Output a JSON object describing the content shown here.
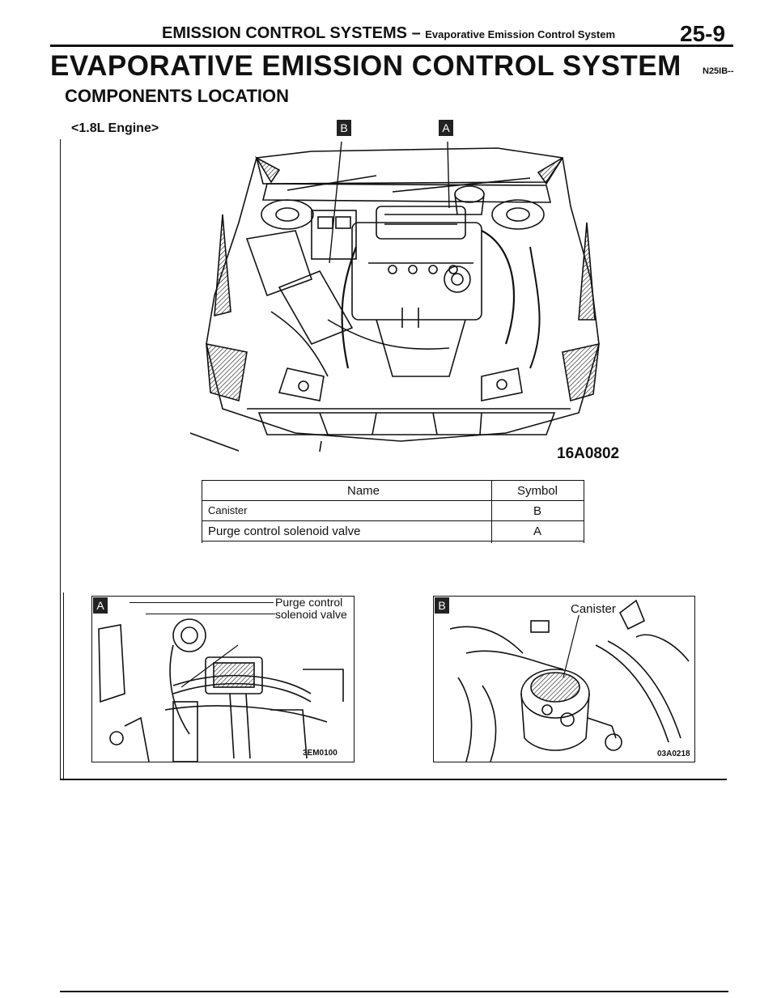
{
  "header": {
    "section_title": "EMISSION CONTROL SYSTEMS",
    "dash": "–",
    "subsection": "Evaporative Emission Control System",
    "page_number": "25-9"
  },
  "title": "EVAPORATIVE EMISSION CONTROL SYSTEM",
  "title_code": "N25IB--",
  "subtitle": "COMPONENTS LOCATION",
  "engine_variant": "<1.8L Engine>",
  "main_figure": {
    "code": "16A0802",
    "marker_left": "B",
    "marker_right": "A"
  },
  "table": {
    "headers": [
      "Name",
      "Symbol"
    ],
    "rows": [
      {
        "name": "Canister",
        "symbol": "B"
      },
      {
        "name": "Purge control solenoid valve",
        "symbol": "A"
      }
    ]
  },
  "detail_a": {
    "badge": "A",
    "callout_line1": "Purge control",
    "callout_line2": "solenoid valve",
    "code": "3EM0100"
  },
  "detail_b": {
    "badge": "B",
    "callout": "Canister",
    "code": "03A0218"
  }
}
